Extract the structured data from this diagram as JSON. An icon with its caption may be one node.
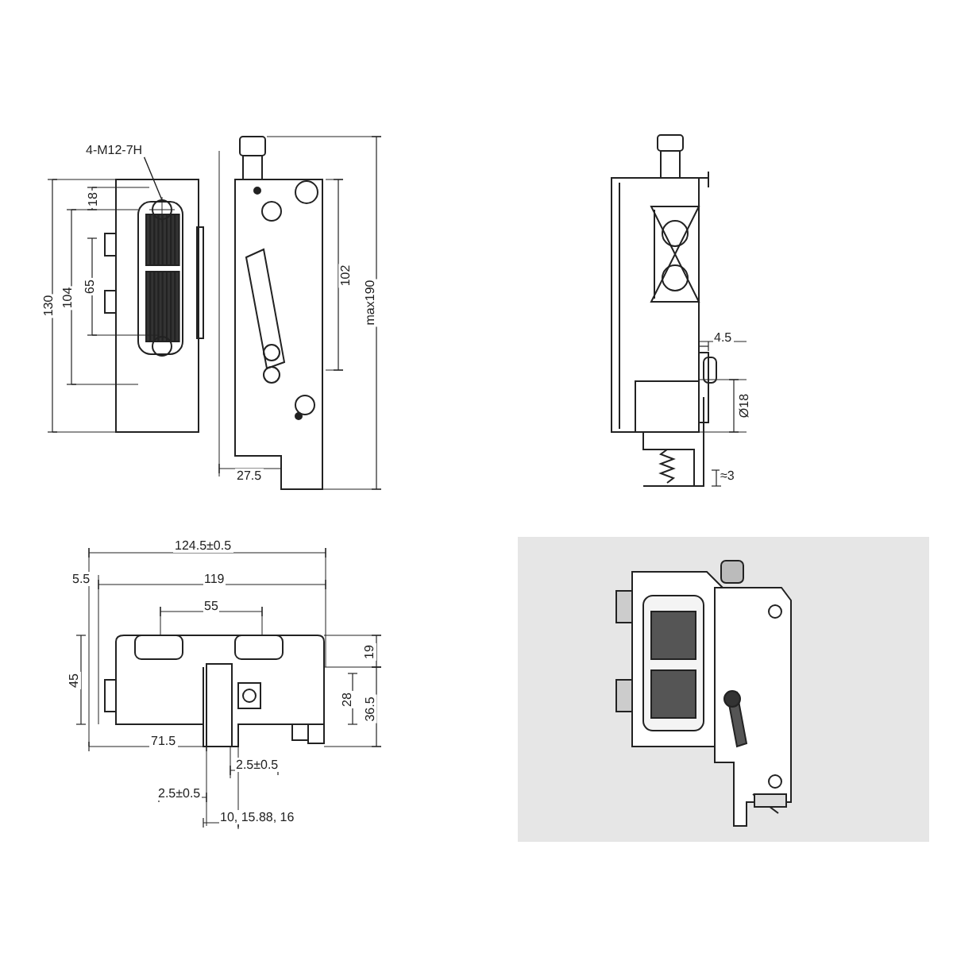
{
  "diagram": {
    "nodes": [
      {
        "text": [
          "4-M12-7H"
        ]
      },
      {
        "text": [],
        "shape": "circle"
      }
    ],
    "edges": [
      {
        "from": 0,
        "to": 1,
        "arrow": "none"
      }
    ],
    "labels": [
      "18",
      "104",
      "130",
      "65",
      "102",
      "max190",
      "27.5",
      "4.5",
      "Ø18",
      "≈3",
      "124.5±0.5",
      "5.5",
      "119",
      "55",
      "45",
      "19",
      "28",
      "36.5",
      "71.5",
      "2.5±0.5",
      "2.5±0.5",
      "10, 15.88, 16"
    ]
  }
}
